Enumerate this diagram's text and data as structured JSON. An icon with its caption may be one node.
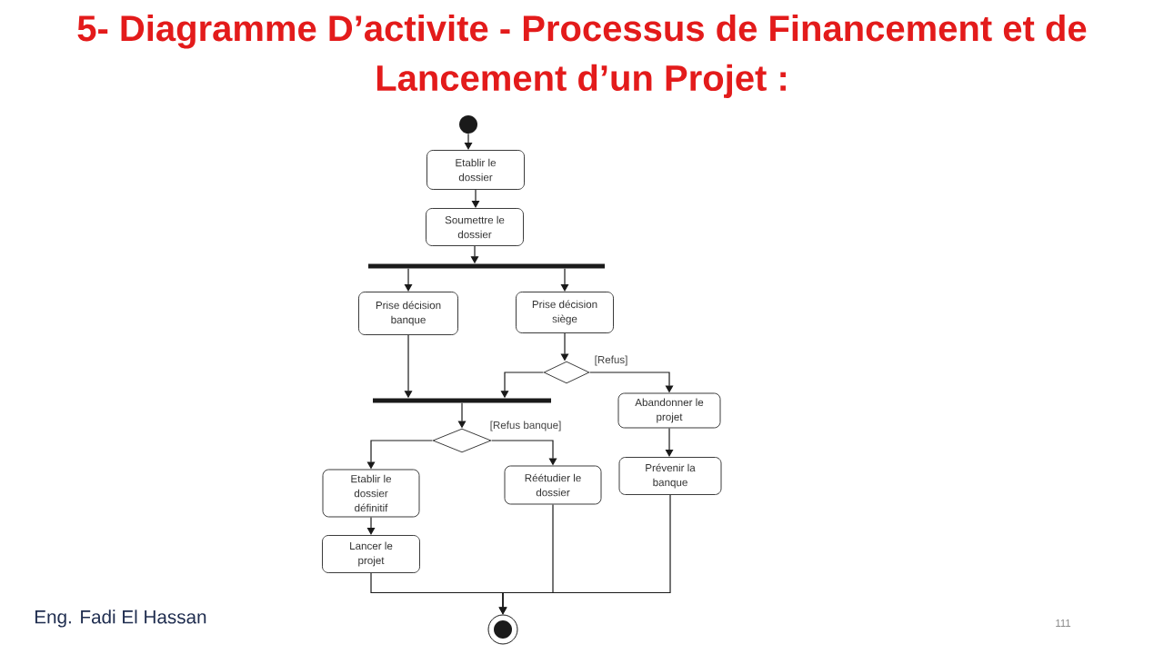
{
  "diagram": {
    "title": "5- Diagramme D’activite - Processus de Financement et de Lancement d’un Projet :",
    "nodes": [
      {
        "text": [],
        "shape": "circle"
      },
      {
        "text": [
          "Etablir le dossier"
        ]
      },
      {
        "text": [
          "Soumettre le dossier"
        ]
      },
      {
        "text": [],
        "shape": "bar"
      },
      {
        "text": [
          "Prise décision banque"
        ]
      },
      {
        "text": [
          "Prise décision siège"
        ]
      },
      {
        "text": [],
        "shape": "diamond"
      },
      {
        "text": [],
        "shape": "bar"
      },
      {
        "text": [
          "Abandonner le projet"
        ]
      },
      {
        "text": [],
        "shape": "diamond"
      },
      {
        "text": [
          "Etablir le dossier définitif"
        ]
      },
      {
        "text": [
          "Réétudier le dossier"
        ]
      },
      {
        "text": [
          "Prévenir la banque"
        ]
      },
      {
        "text": [
          "Lancer le projet"
        ]
      },
      {
        "text": [],
        "shape": "circle"
      }
    ],
    "edges": [
      {
        "from": 0,
        "to": 1,
        "arrow": "to"
      },
      {
        "from": 1,
        "to": 2,
        "arrow": "to"
      },
      {
        "from": 2,
        "to": 3,
        "arrow": "to"
      },
      {
        "from": 3,
        "to": 4,
        "arrow": "to"
      },
      {
        "from": 3,
        "to": 5,
        "arrow": "to"
      },
      {
        "from": 4,
        "to": 7,
        "arrow": "to"
      },
      {
        "from": 5,
        "to": 6,
        "arrow": "to"
      },
      {
        "from": 6,
        "to": 7,
        "arrow": "to"
      },
      {
        "from": 6,
        "to": 8,
        "label": "[Refus]",
        "arrow": "to"
      },
      {
        "from": 7,
        "to": 9,
        "arrow": "to"
      },
      {
        "from": 9,
        "to": 10,
        "arrow": "to"
      },
      {
        "from": 9,
        "to": 11,
        "label": "[Refus banque]",
        "arrow": "to"
      },
      {
        "from": 8,
        "to": 12,
        "arrow": "to"
      },
      {
        "from": 10,
        "to": 13,
        "arrow": "to"
      },
      {
        "from": 13,
        "to": 14,
        "arrow": "to"
      },
      {
        "from": 11,
        "to": 14,
        "arrow": "to"
      },
      {
        "from": 12,
        "to": 14,
        "arrow": "to"
      }
    ],
    "labels": [
      "Eng. Fadi El Hassan",
      "111"
    ]
  }
}
